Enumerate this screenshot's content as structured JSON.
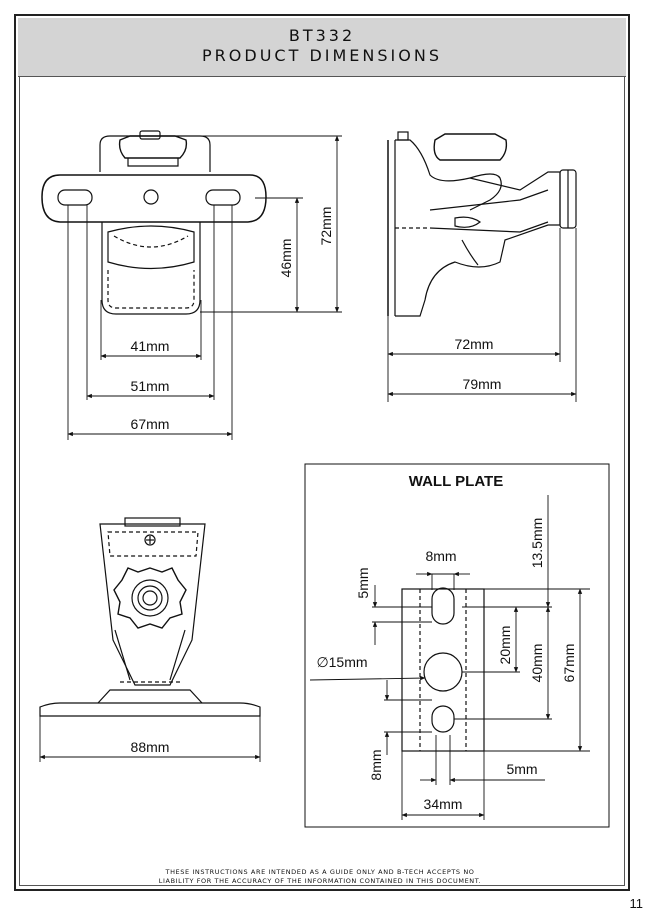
{
  "header": {
    "model": "BT332",
    "subtitle": "PRODUCT DIMENSIONS"
  },
  "front_view": {
    "w41": "41mm",
    "w51": "51mm",
    "w67": "67mm",
    "h46": "46mm",
    "h72": "72mm"
  },
  "side_view": {
    "w72": "72mm",
    "w79": "79mm"
  },
  "top_view": {
    "w88": "88mm"
  },
  "wall_plate": {
    "title": "WALL PLATE",
    "d8": "8mm",
    "d5v": "5mm",
    "d135": "13.5mm",
    "d20": "20mm",
    "d40": "40mm",
    "d67": "67mm",
    "diam": "∅15mm",
    "d8v": "8mm",
    "d5h": "5mm",
    "d34": "34mm"
  },
  "footer": {
    "line1": "THESE INSTRUCTIONS ARE INTENDED AS A GUIDE ONLY AND B-TECH ACCEPTS NO",
    "line2": "LIABILITY FOR THE ACCURACY OF THE INFORMATION CONTAINED IN THIS DOCUMENT."
  },
  "page_number": "11"
}
